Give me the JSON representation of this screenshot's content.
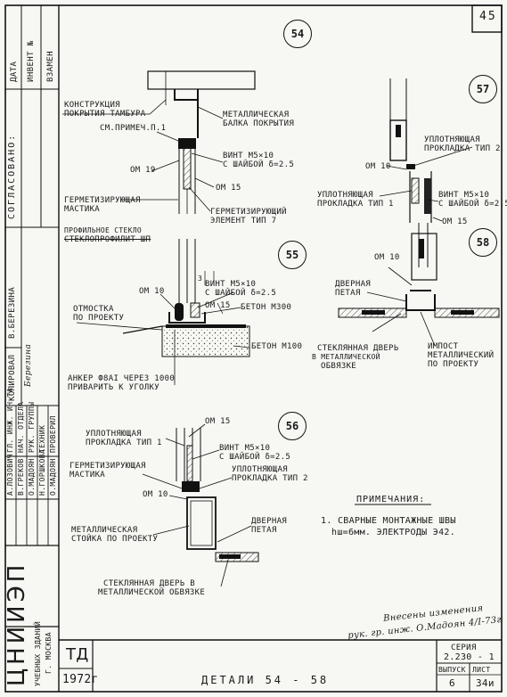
{
  "sheet": {
    "page_number": "45",
    "title": "ДЕТАЛИ  54 - 58",
    "series_label": "СЕРИЯ",
    "series_value": "2.230 - 1",
    "issue_label": "ВЫПУСК",
    "issue_value": "6",
    "page_label": "ЛИСТ",
    "page_value": "34и",
    "stamp": "ТД",
    "year": "1972г",
    "org_logo": "ЦНИИЭП",
    "org_sub1": "УЧЕБНЫХ ЗДАНИЙ",
    "org_sub2": "Г. МОСКВА"
  },
  "left_margin": {
    "col_date": "ДАТА",
    "col_inv": "ИНВЕНТ №",
    "col_vzamen": "ВЗАМЕН",
    "agreed": "СОГЛАСОВАНО:",
    "berezina": "В.БЕРЕЗИНА",
    "kopiroval": "КОПИРОВАЛ",
    "copy_sign": "Березина"
  },
  "title_block": {
    "rows": [
      {
        "role": "ГЛ. ИНЖ. ИН-ТА",
        "name": "А.ЛОЗОВИЧ"
      },
      {
        "role": "НАЧ. ОТДЕЛА",
        "name": "В.ГРЕКОВ"
      },
      {
        "role": "РУК. ГРУППЫ",
        "name": "О.МАДОЯН"
      },
      {
        "role": "ТЕХНИК",
        "name": "Н.ГОРШКОВА"
      },
      {
        "role": "ПРОВЕРИЛ",
        "name": "О.МАДОЯН"
      }
    ]
  },
  "details": {
    "d54": "54",
    "d55": "55",
    "d56": "56",
    "d57": "57",
    "d58": "58"
  },
  "labels": {
    "roof_struct_1": "КОНСТРУКЦИЯ",
    "roof_struct_2": "ПОКРЫТИЯ ТАМБУРА",
    "see_note": "СМ.ПРИМЕЧ.П.1",
    "metal_beam_1": "МЕТАЛЛИЧЕСКАЯ",
    "metal_beam_2": "БАЛКА ПОКРЫТИЯ",
    "om19": "ОМ 19",
    "screw54_1": "ВИНТ М5×10",
    "screw54_2": "С ШАЙБОЙ δ=2.5",
    "om15_54": "ОМ 15",
    "sealant_1": "ГЕРМЕТИЗИРУЮЩАЯ",
    "sealant_2": "МАСТИКА",
    "seal_elem_1": "ГЕРМЕТИЗИРУЮЩИЙ",
    "seal_elem_2": "ЭЛЕМЕНТ ТИП 7",
    "prof_glass_1": "ПРОФИЛЬНОЕ СТЕКЛО",
    "prof_glass_2": "СТЕКЛОПРОФИЛИТ ШП",
    "om10_55": "ОМ 10",
    "screw55_1": "ВИНТ М5×10",
    "screw55_2": "С ШАЙБОЙ δ=2.5",
    "om15_55": "ОМ 15",
    "concrete300": "БЕТОН М300",
    "pavement_1": "ОТМОСТКА",
    "pavement_2": "ПО ПРОЕКТУ",
    "concrete100": "БЕТОН М100",
    "anchor_1": "АНКЕР Ф8АI ЧЕРЕЗ 1000",
    "anchor_2": "ПРИВАРИТЬ К УГОЛКУ",
    "dim_3": "3",
    "seal57a_1": "УПЛОТНЯЮЩАЯ",
    "seal57a_2": "ПРОКЛАДКА ТИП 2",
    "om10_57": "ОМ 10",
    "seal57b_1": "УПЛОТНЯЮЩАЯ",
    "seal57b_2": "ПРОКЛАДКА ТИП 1",
    "screw57_1": "ВИНТ М5×10",
    "screw57_2": "С ШАЙБОЙ δ=2.5",
    "om15_57": "ОМ 15",
    "om10_58": "ОМ 10",
    "door_leaf58_1": "ДВЕРНАЯ",
    "door_leaf58_2": "ПЕТАЯ",
    "glass_door58_1": "СТЕКЛЯННАЯ ДВЕРЬ",
    "glass_door58_2": "В МЕТАЛЛИЧЕСКОЙ",
    "glass_door58_3": "ОБВЯЗКЕ",
    "impost_1": "ИМПОСТ",
    "impost_2": "МЕТАЛЛИЧЕСКИЙ",
    "impost_3": "ПО ПРОЕКТУ",
    "om15_56": "ОМ 15",
    "seal56a_1": "УПЛОТНЯЮЩАЯ",
    "seal56a_2": "ПРОКЛАДКА ТИП 1",
    "screw56_1": "ВИНТ М5×10",
    "screw56_2": "С ШАЙБОЙ δ=2.5",
    "sealant56_1": "ГЕРМЕТИЗИРУЮЩАЯ",
    "sealant56_2": "МАСТИКА",
    "seal56b_1": "УПЛОТНЯЮЩАЯ",
    "seal56b_2": "ПРОКЛАДКА ТИП 2",
    "om10_56": "ОМ 10",
    "metal_post_1": "МЕТАЛЛИЧЕСКАЯ",
    "metal_post_2": "СТОЙКА ПО ПРОЕКТУ",
    "door_leaf56_1": "ДВЕРНАЯ",
    "door_leaf56_2": "ПЕТАЯ",
    "glass_door56_1": "СТЕКЛЯННАЯ ДВЕРЬ В",
    "glass_door56_2": "МЕТАЛЛИЧЕСКОЙ ОБВЯЗКЕ"
  },
  "notes": {
    "heading": "ПРИМЕЧАНИЯ:",
    "line1": "1. СВАРНЫЕ МОНТАЖНЫЕ ШВЫ",
    "line2": "hш=6мм. ЭЛЕКТРОДЫ Э42."
  },
  "handwritten": {
    "line1": "Внесены изменения",
    "line2": "рук. гр. инж. О.Мадоян 4/I-73г"
  }
}
